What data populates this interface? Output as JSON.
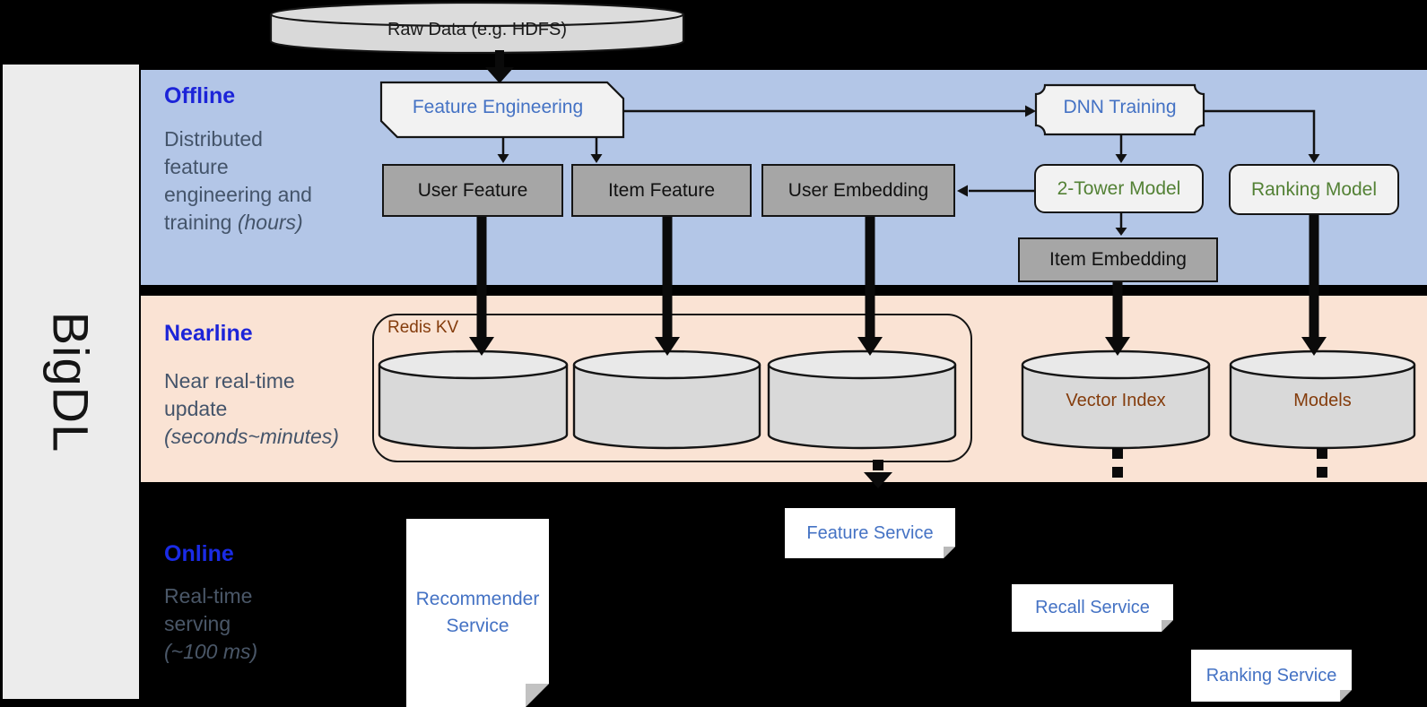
{
  "brand": "BigDL",
  "raw_data": {
    "label": "Raw Data (e.g. HDFS)"
  },
  "offline": {
    "title": "Offline",
    "desc": {
      "l1": "Distributed",
      "l2": "feature",
      "l3": "engineering and",
      "l4": "training ",
      "l4i": "(hours)"
    },
    "nodes": {
      "feature_engineering": "Feature Engineering",
      "user_feature": "User Feature",
      "item_feature": "Item Feature",
      "user_embedding": "User Embedding",
      "dnn_training": "DNN Training",
      "two_tower_model": "2-Tower Model",
      "ranking_model": "Ranking Model",
      "item_embedding": "Item Embedding"
    }
  },
  "nearline": {
    "title": "Nearline",
    "desc": {
      "l1": "Near real-time",
      "l2": "update",
      "l3i": "(seconds~minutes)"
    },
    "redis_label": "Redis KV",
    "vector_index": "Vector Index",
    "models": "Models"
  },
  "online": {
    "title": "Online",
    "desc": {
      "l1": "Real-time",
      "l2": "serving",
      "l3i": "(~100 ms)"
    },
    "recommender": {
      "l1": "Recommender",
      "l2": "Service"
    },
    "feature_service": "Feature Service",
    "recall_service": "Recall Service",
    "ranking_service": "Ranking Service"
  },
  "colors": {
    "offline_bg": "#B3C6E7",
    "nearline_bg": "#FAE3D4",
    "online_bg": "#000000",
    "brand_bar_bg": "#ECECEC",
    "accent_blue_text": "#4472C4",
    "accent_green_text": "#538135",
    "accent_brown_text": "#843C0C",
    "section_title_blue": "#1C24D8",
    "desc_gray": "#44546A",
    "node_gray_fill": "#A6A6A6",
    "node_light_fill": "#F2F2F2",
    "cylinder_fill": "#D9D9D9"
  }
}
